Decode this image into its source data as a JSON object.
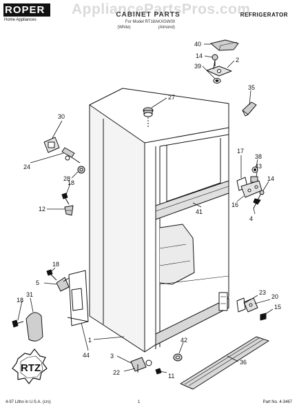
{
  "header": {
    "brand_logo": "ROPER",
    "brand_sub": "Home Appliances",
    "title": "CABINET PARTS",
    "model_line": "For Model RT18AKXGW00",
    "variants": [
      "(White)",
      "(Almond)"
    ],
    "right_title": "REFRIGERATOR",
    "watermark": "AppliancePartsPros.com"
  },
  "footer": {
    "left": "4-97 Litho in U.S.A. (crs)",
    "page": "1",
    "part_no": "Part No. 4-3467"
  },
  "badge": {
    "text": "RTZ"
  },
  "callouts": {
    "c40": "40",
    "c14a": "14",
    "c2": "2",
    "c39": "39",
    "c35": "35",
    "c27": "27",
    "c30": "30",
    "c24": "24",
    "c28": "28",
    "c18a": "18",
    "c12": "12",
    "c17": "17",
    "c38": "38",
    "c43": "43",
    "c14b": "14",
    "c16": "16",
    "c41": "41",
    "c4": "4",
    "c18b": "18",
    "c5": "5",
    "c18c": "18",
    "c31": "31",
    "c23": "23",
    "c20": "20",
    "c15": "15",
    "c1": "1",
    "c44": "44",
    "c42": "42",
    "c36": "36",
    "c3": "3",
    "c22": "22",
    "c11": "11"
  },
  "colors": {
    "line": "#111111",
    "shade": "#cfcfcf",
    "watermark": "#969696"
  }
}
